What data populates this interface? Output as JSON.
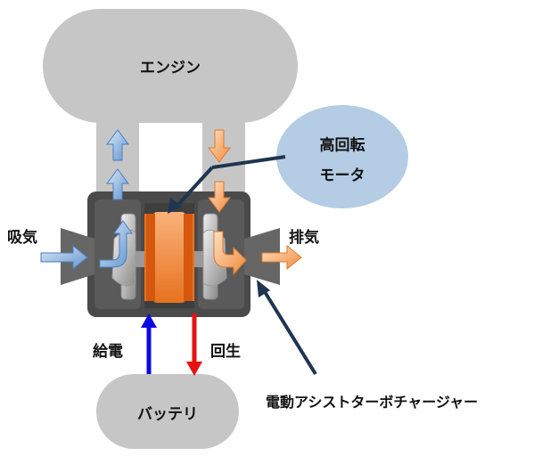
{
  "labels": {
    "engine": "エンジン",
    "motor_line1": "高回転",
    "motor_line2": "モータ",
    "intake": "吸気",
    "exhaust": "排気",
    "supply": "給電",
    "regen": "回生",
    "battery": "バッテリ",
    "turbo": "電動アシストターボチャージャー"
  },
  "colors": {
    "engine_fill": "#c6c6c6",
    "motor_bubble": "#b4cce4",
    "housing": "#4a4a4a",
    "motor_core": "#ec7322",
    "intake_arrow": "#7aa7d8",
    "exhaust_arrow": "#f4a262",
    "supply_arrow": "#0a0ae0",
    "regen_arrow": "#e81010",
    "callout_line": "#1f3550"
  }
}
